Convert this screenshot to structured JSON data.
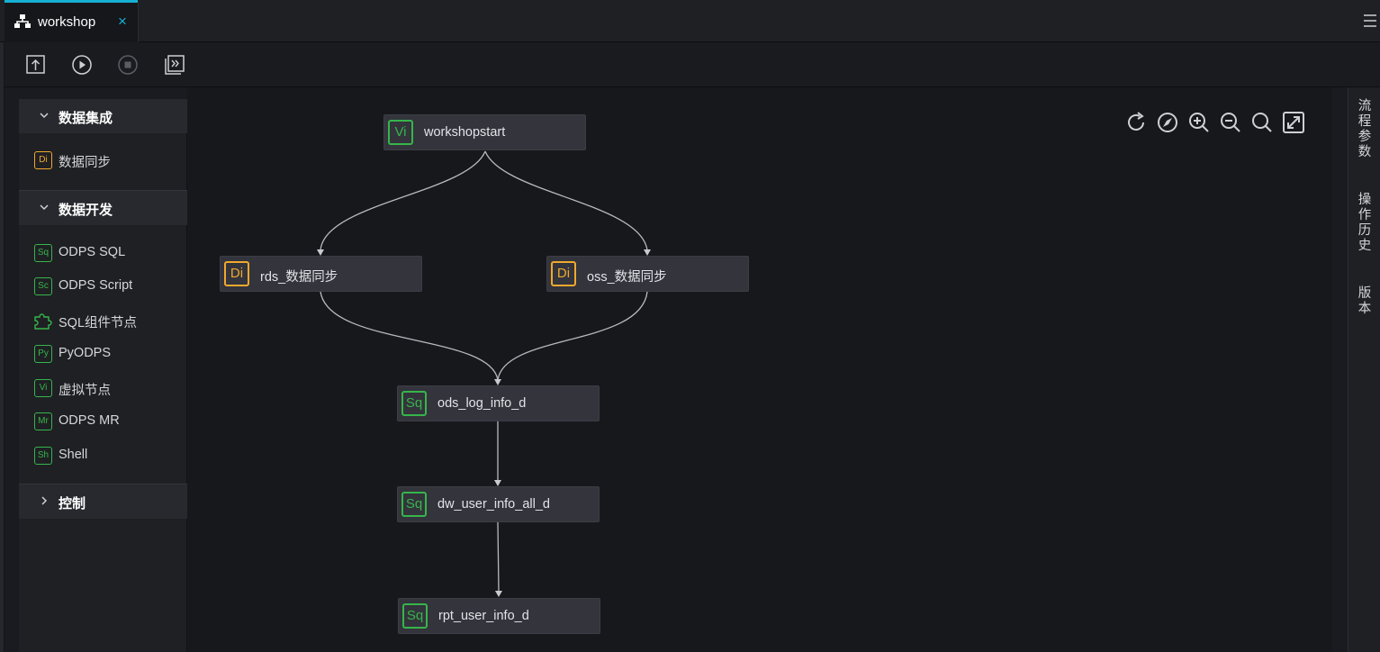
{
  "tab": {
    "title": "workshop",
    "close": "×",
    "icon": "workflow-icon"
  },
  "toolbar": {
    "buttons": [
      {
        "name": "submit-icon"
      },
      {
        "name": "run-icon"
      },
      {
        "name": "stop-icon"
      },
      {
        "name": "deploy-icon"
      }
    ]
  },
  "palette": {
    "groups": [
      {
        "label": "数据集成",
        "expanded": true,
        "items": [
          {
            "badge": "Di",
            "label": "数据同步",
            "color": "#f0a92c"
          }
        ]
      },
      {
        "label": "数据开发",
        "expanded": true,
        "items": [
          {
            "badge": "Sq",
            "label": "ODPS SQL"
          },
          {
            "badge": "Sc",
            "label": "ODPS Script"
          },
          {
            "badge": "puzzle-icon",
            "label": "SQL组件节点"
          },
          {
            "badge": "Py",
            "label": "PyODPS"
          },
          {
            "badge": "Vi",
            "label": "虚拟节点"
          },
          {
            "badge": "Mr",
            "label": "ODPS MR"
          },
          {
            "badge": "Sh",
            "label": "Shell"
          }
        ]
      },
      {
        "label": "控制",
        "expanded": false,
        "items": []
      }
    ]
  },
  "canvas": {
    "tools": [
      "refresh-icon",
      "locate-icon",
      "zoom-in-icon",
      "zoom-out-icon",
      "search-icon",
      "fullscreen-icon"
    ],
    "nodes": [
      {
        "id": "start",
        "badge": "Vi",
        "label": "workshopstart",
        "color": "#36b54a"
      },
      {
        "id": "rds",
        "badge": "Di",
        "label": "rds_数据同步",
        "color": "#f0a92c"
      },
      {
        "id": "oss",
        "badge": "Di",
        "label": "oss_数据同步",
        "color": "#f0a92c"
      },
      {
        "id": "ods",
        "badge": "Sq",
        "label": "ods_log_info_d",
        "color": "#36b54a"
      },
      {
        "id": "dw",
        "badge": "Sq",
        "label": "dw_user_info_all_d",
        "color": "#36b54a"
      },
      {
        "id": "rpt",
        "badge": "Sq",
        "label": "rpt_user_info_d",
        "color": "#36b54a"
      }
    ],
    "edges": [
      [
        "start",
        "rds"
      ],
      [
        "start",
        "oss"
      ],
      [
        "rds",
        "ods"
      ],
      [
        "oss",
        "ods"
      ],
      [
        "ods",
        "dw"
      ],
      [
        "dw",
        "rpt"
      ]
    ]
  },
  "right_panel": {
    "tabs": [
      {
        "chars": [
          "流",
          "程",
          "参",
          "数"
        ]
      },
      {
        "chars": [
          "操",
          "作",
          "历",
          "史"
        ]
      },
      {
        "chars": [
          "版",
          "本"
        ]
      }
    ]
  },
  "colors": {
    "accent": "#16b1d4",
    "green": "#36b54a",
    "orange": "#f0a92c"
  }
}
